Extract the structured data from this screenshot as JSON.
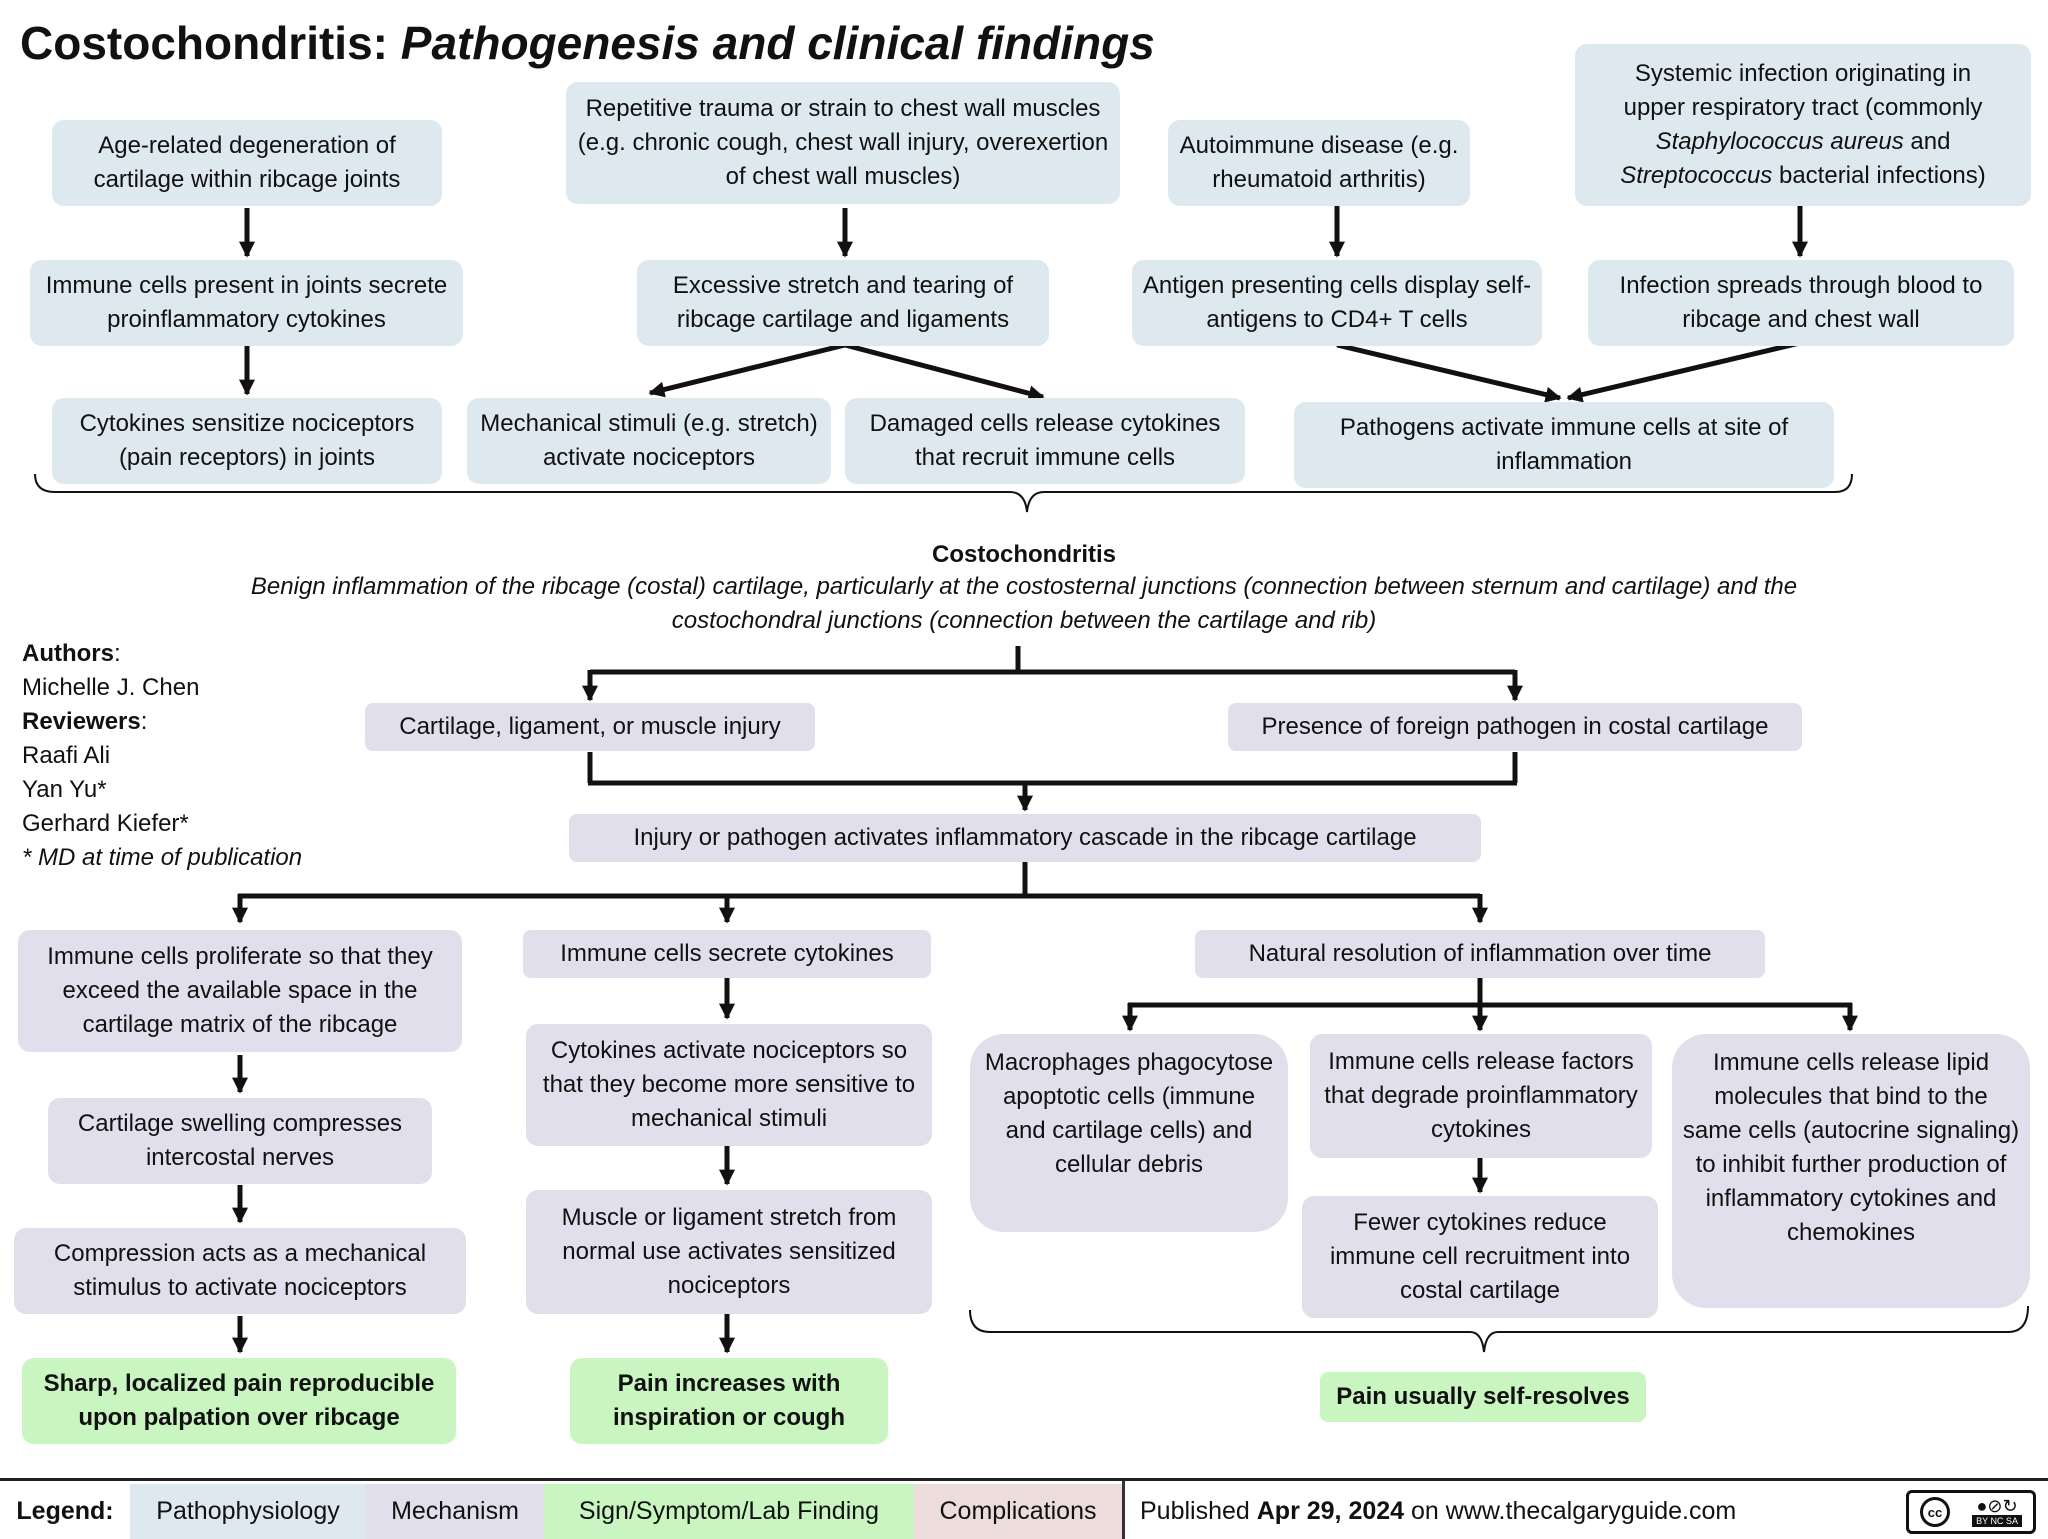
{
  "title": {
    "main": "Costochondritis:",
    "sub": "Pathogenesis and clinical findings"
  },
  "causes": {
    "age": {
      "text": "Age-related degeneration of cartilage within ribcage joints"
    },
    "age_cells": {
      "text": "Immune cells present in joints secrete proinflammatory cytokines"
    },
    "age_sensitize": {
      "text": "Cytokines sensitize nociceptors (pain receptors) in joints"
    },
    "trauma": {
      "text": "Repetitive trauma or strain to chest wall muscles (e.g. chronic cough, chest wall injury, overexertion of chest wall muscles)"
    },
    "stretch": {
      "text": "Excessive stretch and tearing of ribcage cartilage and ligaments"
    },
    "mech": {
      "text": "Mechanical stimuli (e.g. stretch) activate nociceptors"
    },
    "damaged": {
      "text": "Damaged cells release cytokines that recruit immune cells"
    },
    "autoimmune": {
      "text": "Autoimmune disease (e.g. rheumatoid arthritis)"
    },
    "apc": {
      "text": "Antigen presenting cells display self-antigens to CD4+ T cells"
    },
    "systemic": {
      "l1": "Systemic infection originating in",
      "l2": "upper respiratory tract (commonly",
      "l3a": "Staphylococcus aureus",
      "l3b": " and",
      "l4a": "Streptococcus",
      "l4b": " bacterial infections)"
    },
    "spread": {
      "text": "Infection spreads through blood to ribcage and chest wall"
    },
    "pathogens": {
      "text": "Pathogens activate immune cells at site of inflammation"
    }
  },
  "main": {
    "title": "Costochondritis",
    "def1": "Benign inflammation of the ribcage (costal) cartilage, particularly at the costosternal junctions (connection between sternum and cartilage) and the",
    "def2": "costochondral junctions (connection between the cartilage and rib)"
  },
  "authors": {
    "authors_label": "Authors",
    "author1": "Michelle J. Chen",
    "reviewers_label": "Reviewers",
    "rev1": "Raafi Ali",
    "rev2": "Yan Yu*",
    "rev3": "Gerhard Kiefer*",
    "note": "* MD at time of publication"
  },
  "mid": {
    "injury": "Cartilage, ligament, or muscle injury",
    "foreign": "Presence of foreign pathogen in costal cartilage",
    "cascade": "Injury or pathogen activates inflammatory cascade in the ribcage cartilage"
  },
  "col1": {
    "prolif": "Immune cells proliferate so that they exceed the available space in the cartilage matrix of the ribcage",
    "swelling": "Cartilage swelling compresses intercostal nerves",
    "compression": "Compression  acts as a mechanical stimulus to activate nociceptors",
    "pain": "Sharp, localized pain reproducible upon palpation over ribcage"
  },
  "col2": {
    "secrete": "Immune cells secrete cytokines",
    "activate": "Cytokines activate nociceptors so that they become more sensitive to mechanical stimuli",
    "muscle": "Muscle or ligament stretch from normal use activates sensitized nociceptors",
    "pain": "Pain increases with inspiration or cough"
  },
  "col3": {
    "resolution": "Natural resolution of inflammation over time",
    "macro": "Macrophages phagocytose apoptotic cells (immune and cartilage cells) and cellular debris",
    "factors": "Immune cells release factors that degrade proinflammatory cytokines",
    "fewer": "Fewer cytokines reduce immune cell recruitment into costal cartilage",
    "lipid": "Immune cells release lipid molecules that bind to the same cells (autocrine signaling) to inhibit further production of inflammatory cytokines and chemokines",
    "pain": "Pain usually self-resolves"
  },
  "legend": {
    "label": "Legend:",
    "items": [
      "Pathophysiology",
      "Mechanism",
      "Sign/Symptom/Lab Finding",
      "Complications"
    ],
    "colors": [
      "#dde9ef",
      "#e2dfec",
      "#c8f5c0",
      "#ecdcdc"
    ],
    "published_prefix": "Published ",
    "published_date": "Apr 29, 2024",
    "published_suffix": " on www.thecalgaryguide.com",
    "license": "BY NC SA"
  },
  "colors": {
    "pathophysiology": "#dde9ef",
    "mechanism": "#e2dfec",
    "sign": "#c8f5c0",
    "complications": "#ecdcdc",
    "arrow": "#111111"
  }
}
